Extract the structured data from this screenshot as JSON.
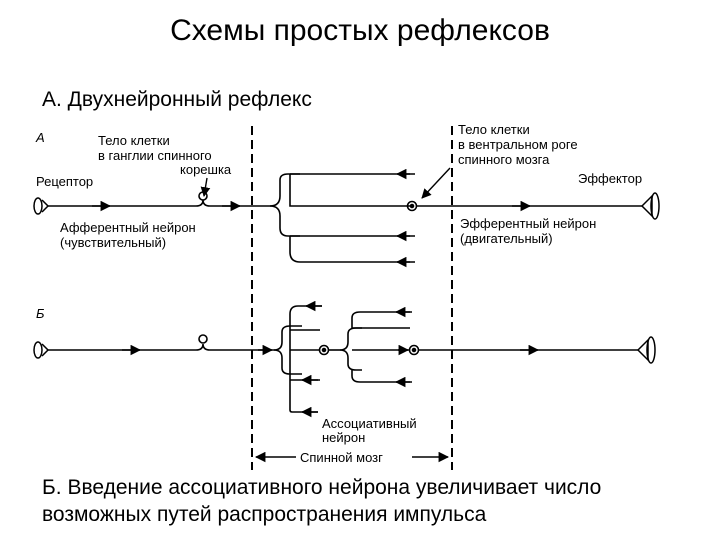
{
  "title": "Схемы простых рефлексов",
  "subtitle_a": "А. Двухнейронный рефлекс",
  "caption_b": "Б. Введение ассоциативного нейрона увеличивает число возможных путей распространения импульса",
  "diagram": {
    "panel_a": {
      "letter": "А",
      "cell_body_ganglion": [
        "Тело клетки",
        "в ганглии спинного",
        "корешка"
      ],
      "receptor": "Рецептор",
      "afferent_neuron": [
        "Афферентный нейрон",
        "(чувствительный)"
      ],
      "cell_body_ventral": [
        "Тело клетки",
        "в вентральном роге",
        "спинного мозга"
      ],
      "effector": "Эффектор",
      "efferent_neuron": [
        "Эфферентный нейрон",
        "(двигательный)"
      ]
    },
    "panel_b": {
      "letter": "Б",
      "associative_neuron": [
        "Ассоциативный",
        "нейрон"
      ],
      "spinal_cord": "Спинной мозг"
    }
  }
}
